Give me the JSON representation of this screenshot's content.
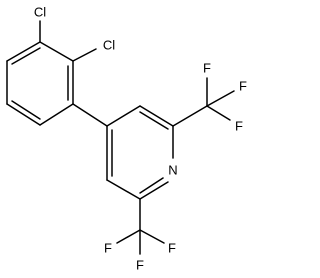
{
  "structure": {
    "labels": {
      "cl1": "Cl",
      "cl2": "Cl",
      "n": "N",
      "f_r1": "F",
      "f_r2": "F",
      "f_r3": "F",
      "f_b1": "F",
      "f_b2": "F",
      "f_b3": "F"
    }
  }
}
